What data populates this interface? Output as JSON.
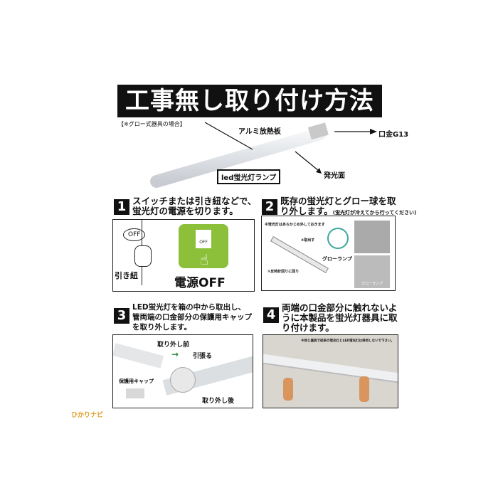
{
  "title": "工事無し取り付け方法",
  "note": "【※グロー式器具の場合】",
  "labels": {
    "heatsink": "アルミ放熱板",
    "base": "口金G13",
    "emitting": "発光面",
    "lamp": "led蛍光灯ランプ"
  },
  "steps": [
    {
      "number": "1",
      "text_line1": "スイッチまたは引き紐などで、",
      "text_line2": "蛍光灯の電源を切ります。",
      "off_bubble": "OFF",
      "switch_off": "OFF",
      "pull_cord": "引き紐",
      "power_off": "電源OFF"
    },
    {
      "number": "2",
      "text_line1": "既存の蛍光灯とグロー球を取",
      "text_line2": "り外します。",
      "text_note": "(蛍光灯が冷えてから行ってください)",
      "panel_note": "※蛍光灯はあらかじめ外しておきます",
      "take_out": "②取出す",
      "counterclockwise": "①反時計回りに回り",
      "glow_lamp": "グローランプ",
      "glow_lamp_small": "グローランプ"
    },
    {
      "number": "3",
      "text_line1": "LED蛍光灯を箱の中から取出し、",
      "text_line2": "管両端の口金部分の保護用キャップ",
      "text_line3": "を取り外します。",
      "before": "取り外し前",
      "pull": "引張る",
      "cap": "保護用キャップ",
      "after": "取り外し後"
    },
    {
      "number": "4",
      "text_line1": "両端の口金部分に触れないよ",
      "text_line2": "うに本製品を蛍光灯器具に取",
      "text_line3": "り付けます。",
      "panel_note": "※同じ器具で従来の蛍光灯とLED蛍光灯は併用しないで下さい。"
    }
  ],
  "logo": "ひかりナビ"
}
